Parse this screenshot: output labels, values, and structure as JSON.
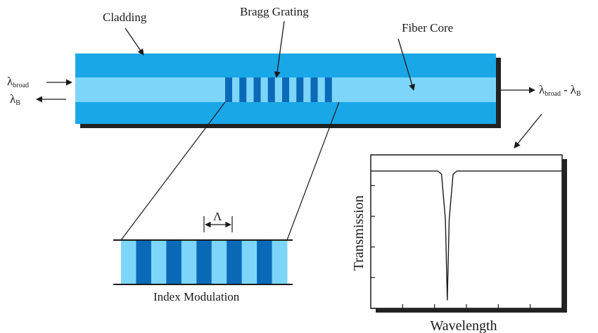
{
  "labels": {
    "cladding": "Cladding",
    "bragg_grating": "Bragg Grating",
    "fiber_core": "Fiber Core",
    "input_lambda": "λ",
    "input_sub": "broad",
    "reflected_lambda": "λ",
    "reflected_sub": "B",
    "output_lambda_1": "λ",
    "output_sub_1": "broad",
    "output_minus": "-",
    "output_lambda_2": "λ",
    "output_sub_2": "B",
    "period": "Λ",
    "index_modulation": "Index Modulation",
    "transmission": "Transmission",
    "wavelength": "Wavelength"
  },
  "colors": {
    "cladding": "#1aa7e8",
    "core": "#7dd6fa",
    "grating_dark": "#0a6ab8",
    "grating_light": "#7dd6fa",
    "shadow": "#222222",
    "line": "#1a1a1a"
  },
  "grating": {
    "period_count": 8
  },
  "chart_data": {
    "type": "line",
    "title": "",
    "xlabel": "Wavelength",
    "ylabel": "Transmission",
    "x": [
      0,
      0.35,
      0.37,
      0.39,
      0.4,
      0.41,
      0.43,
      0.45,
      1.0
    ],
    "y": [
      0.8,
      0.8,
      0.78,
      0.5,
      0.0,
      0.5,
      0.78,
      0.8,
      0.8
    ],
    "xlim": [
      0,
      1
    ],
    "ylim": [
      -0.05,
      0.9
    ],
    "grid": false,
    "legend": "none"
  }
}
